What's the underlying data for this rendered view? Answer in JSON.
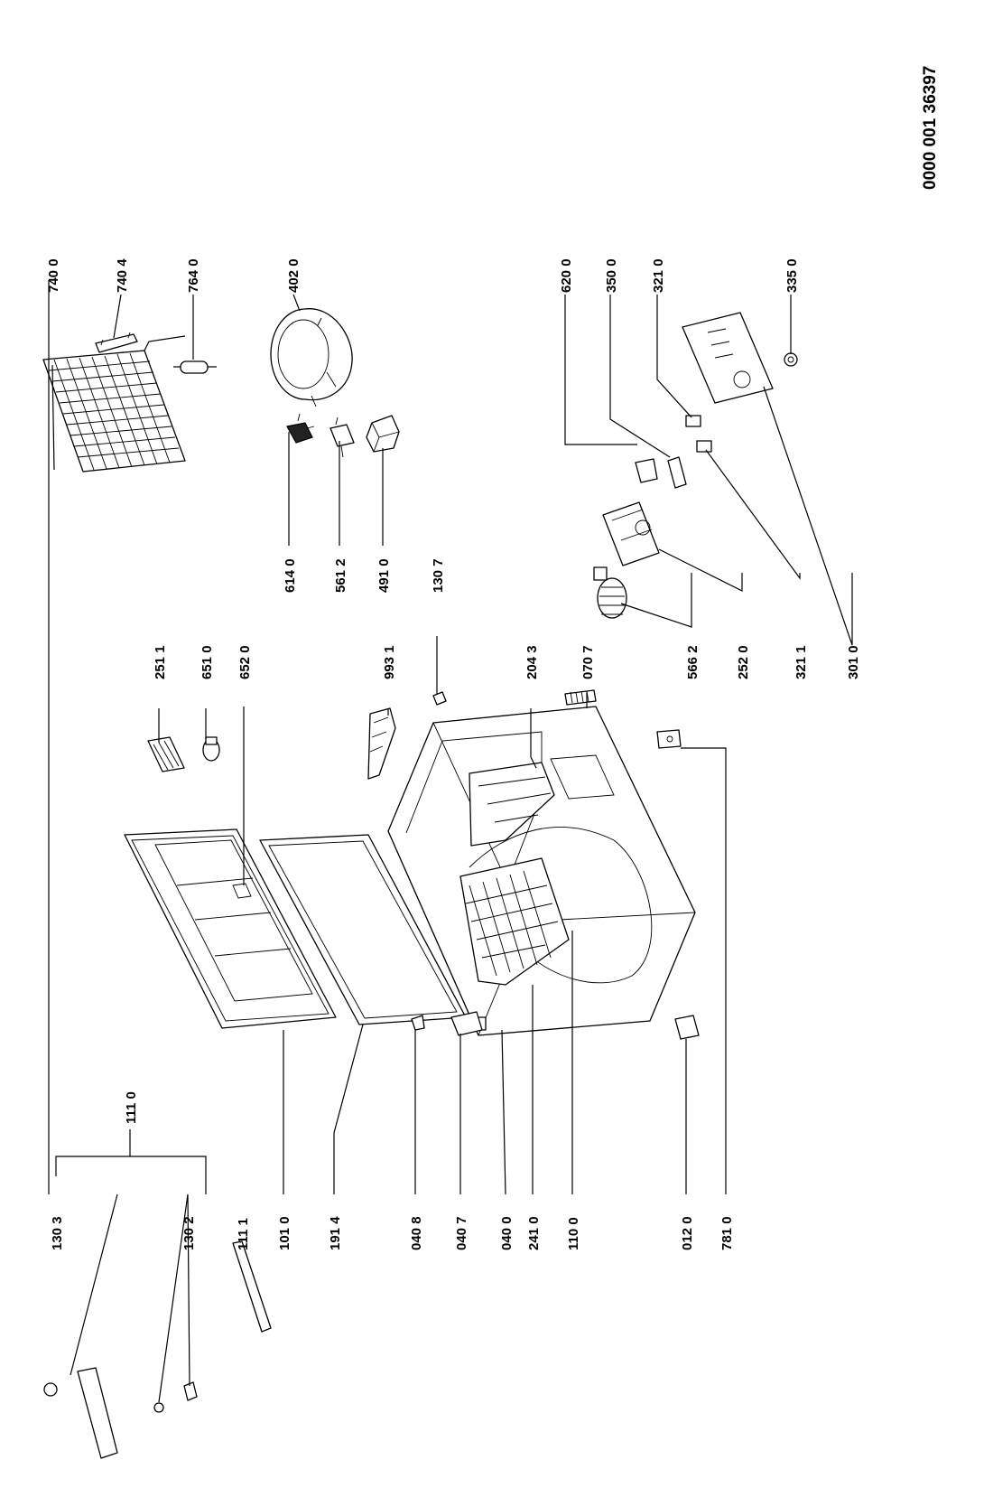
{
  "document_id": "0000 001 36397",
  "labels": {
    "p1303": "130 3",
    "p1302": "130 2",
    "p1111": "111 1",
    "p1010": "101 0",
    "p1914": "191 4",
    "p0408": "040 8",
    "p0407": "040 7",
    "p0400": "040 0",
    "p2410": "241 0",
    "p1100": "110 0",
    "p0120": "012 0",
    "p7810": "781 0",
    "p1110": "111 0",
    "p2511": "251 1",
    "p6510": "651 0",
    "p6520": "652 0",
    "p9931": "993 1",
    "p1307": "130 7",
    "p2043": "204 3",
    "p0707": "070 7",
    "p6140": "614 0",
    "p5612": "561 2",
    "p4910": "491 0",
    "p5662": "566 2",
    "p2520": "252 0",
    "p3211": "321 1",
    "p3010": "301 0",
    "p7400": "740 0",
    "p7404": "740 4",
    "p7640": "764 0",
    "p4020": "402 0",
    "p6200": "620 0",
    "p3500": "350 0",
    "p3210": "321 0",
    "p3350": "335 0"
  }
}
